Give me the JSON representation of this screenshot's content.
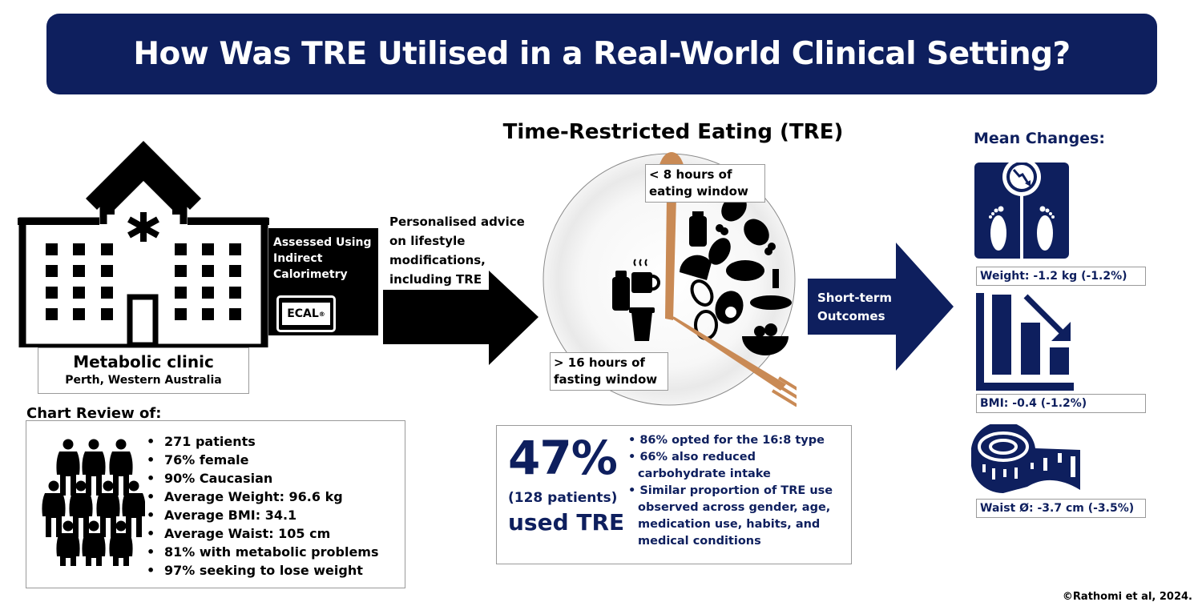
{
  "header": {
    "title": "How Was TRE Utilised in a Real-World Clinical Setting?"
  },
  "clinic": {
    "name": "Metabolic clinic",
    "location": "Perth, Western Australia",
    "icon": "hospital-icon"
  },
  "assessment": {
    "lines": [
      "Assessed Using",
      "Indirect",
      "Calorimetry"
    ],
    "device_label": "ECAL",
    "device_mark": "®",
    "icon": "tablet-icon"
  },
  "advice": {
    "lines": [
      "Personalised advice",
      "on lifestyle",
      "modifications,",
      "including TRE"
    ]
  },
  "tre": {
    "title": "Time-Restricted Eating (TRE)",
    "eating_window": [
      "< 8 hours of",
      "eating window"
    ],
    "fasting_window": [
      "> 16 hours of",
      "fasting window"
    ],
    "icons": [
      "plate-icon",
      "spoon-icon",
      "fork-icon",
      "coffee-cup-icon",
      "water-bottle-icon",
      "takeaway-cup-icon",
      "milk-bottle-icon",
      "chicken-leg-icon",
      "papaya-icon",
      "taco-icon",
      "noodles-icon",
      "peanut-icon",
      "avocado-icon",
      "egg-icon",
      "wine-dinner-icon",
      "fruit-bowl-icon"
    ]
  },
  "tre_usage": {
    "percent": "47%",
    "patients": "(128 patients)",
    "label": "used TRE",
    "bullets": [
      "86% opted for the 16:8 type",
      "66% also reduced carbohydrate intake",
      "Similar proportion of TRE use observed across gender, age, medication use, habits, and medical conditions"
    ]
  },
  "outcomes": {
    "lines": [
      "Short-term",
      "Outcomes"
    ]
  },
  "mean_changes": {
    "title": "Mean Changes:",
    "items": [
      {
        "icon": "weighing-scale-icon",
        "label": "Weight: -1.2 kg (-1.2%)"
      },
      {
        "icon": "declining-bar-chart-icon",
        "label": "BMI: -0.4 (-1.2%)"
      },
      {
        "icon": "tape-measure-icon",
        "label": "Waist Ø: -3.7 cm (-3.5%)"
      }
    ]
  },
  "chart_review": {
    "title": "Chart Review of:",
    "icon": "people-group-icon",
    "items": [
      "271 patients",
      "76% female",
      "90% Caucasian",
      "Average Weight: 96.6 kg",
      "Average BMI: 34.1",
      "Average Waist: 105 cm",
      "81% with metabolic problems",
      "97% seeking to lose weight"
    ]
  },
  "credit": "©Rathomi et al, 2024.",
  "colors": {
    "navy": "#0e1f5e",
    "black": "#000000",
    "wood": "#c98a55",
    "border": "#9a9a9a"
  }
}
